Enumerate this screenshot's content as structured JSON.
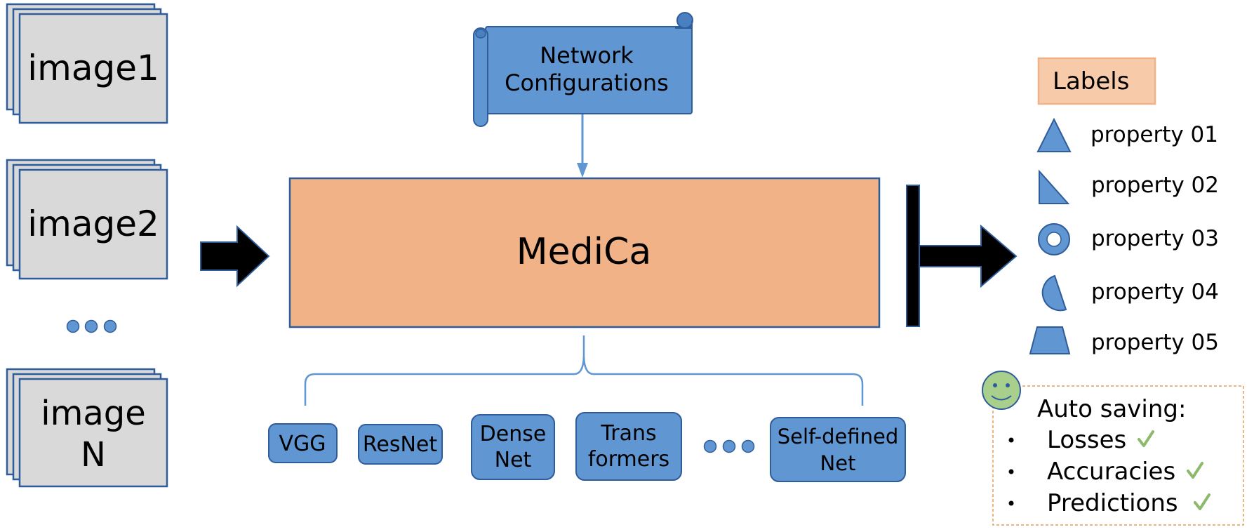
{
  "inputs": {
    "image1": "image1",
    "image2": "image2",
    "imageN_line1": "image",
    "imageN_line2": "N"
  },
  "config": {
    "line1": "Network",
    "line2": "Configurations"
  },
  "core": {
    "title": "MediCa"
  },
  "networks": {
    "vgg": "VGG",
    "resnet": "ResNet",
    "dense_line1": "Dense",
    "dense_line2": "Net",
    "trans_line1": "Trans",
    "trans_line2": "formers",
    "self_line1": "Self-defined",
    "self_line2": "Net"
  },
  "labels": {
    "title": "Labels",
    "properties": [
      "property 01",
      "property 02",
      "property 03",
      "property 04",
      "property 05"
    ]
  },
  "auto_saving": {
    "title": "Auto saving:",
    "items": [
      "Losses",
      "Accuracies",
      "Predictions"
    ]
  },
  "colors": {
    "blue_fill": "#6096D2",
    "blue_stroke": "#2F5C9A",
    "orange_fill": "#F0B286",
    "peach_fill": "#F7CBAA",
    "gray_fill": "#D9D9D9",
    "smiley_fill": "#A8CF8C",
    "check_color": "#8DB96A",
    "dashed_border": "#E59A5A"
  }
}
